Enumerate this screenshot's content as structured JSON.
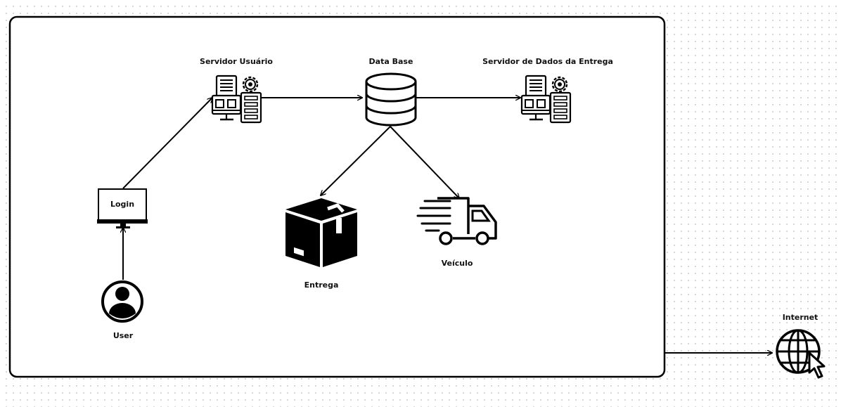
{
  "diagram": {
    "nodes": {
      "servidor_usuario": {
        "label": "Servidor Usuário",
        "icon": "server-gear-icon"
      },
      "data_base": {
        "label": "Data Base",
        "icon": "database-icon"
      },
      "servidor_dados": {
        "label": "Servidor de Dados da Entrega",
        "icon": "server-gear-icon"
      },
      "login": {
        "label": "Login",
        "icon": "monitor-icon"
      },
      "user": {
        "label": "User",
        "icon": "user-avatar-icon"
      },
      "entrega": {
        "label": "Entrega",
        "icon": "package-box-icon"
      },
      "veiculo": {
        "label": "Veículo",
        "icon": "delivery-truck-icon"
      },
      "internet": {
        "label": "Internet",
        "icon": "globe-cursor-icon"
      }
    },
    "edges": [
      {
        "from": "user",
        "to": "login"
      },
      {
        "from": "login",
        "to": "servidor_usuario"
      },
      {
        "from": "servidor_usuario",
        "to": "data_base"
      },
      {
        "from": "data_base",
        "to": "servidor_dados"
      },
      {
        "from": "data_base",
        "to": "entrega"
      },
      {
        "from": "data_base",
        "to": "veiculo"
      },
      {
        "from": "system_boundary",
        "to": "internet"
      }
    ],
    "colors": {
      "stroke": "#000000",
      "background": "#ffffff",
      "grid_dot": "#d4d4d4"
    }
  }
}
